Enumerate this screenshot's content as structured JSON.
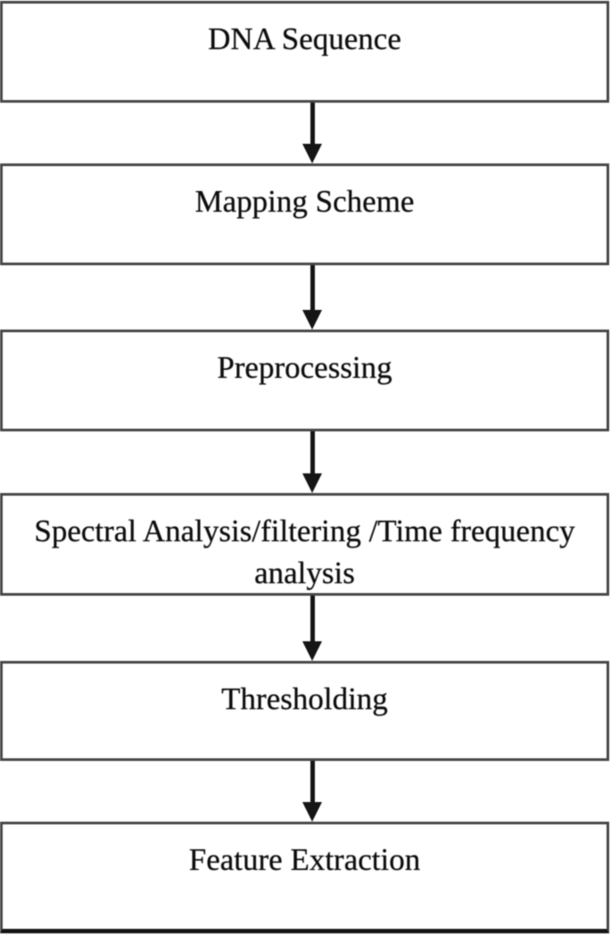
{
  "diagram": {
    "type": "flowchart",
    "direction": "top-down",
    "colors": {
      "background": "#ffffff",
      "node_fill": "#ffffff",
      "node_border": "#474747",
      "arrow": "#151515",
      "text": "#0e0e0e"
    },
    "nodes": [
      {
        "id": "dna-sequence",
        "label": "DNA Sequence"
      },
      {
        "id": "mapping-scheme",
        "label": "Mapping Scheme"
      },
      {
        "id": "preprocessing",
        "label": "Preprocessing"
      },
      {
        "id": "spectral-analysis",
        "label": "Spectral Analysis/filtering /Time frequency analysis"
      },
      {
        "id": "thresholding",
        "label": "Thresholding"
      },
      {
        "id": "feature-extraction",
        "label": "Feature Extraction"
      }
    ],
    "edges": [
      {
        "from": "dna-sequence",
        "to": "mapping-scheme"
      },
      {
        "from": "mapping-scheme",
        "to": "preprocessing"
      },
      {
        "from": "preprocessing",
        "to": "spectral-analysis"
      },
      {
        "from": "spectral-analysis",
        "to": "thresholding"
      },
      {
        "from": "thresholding",
        "to": "feature-extraction"
      }
    ]
  }
}
